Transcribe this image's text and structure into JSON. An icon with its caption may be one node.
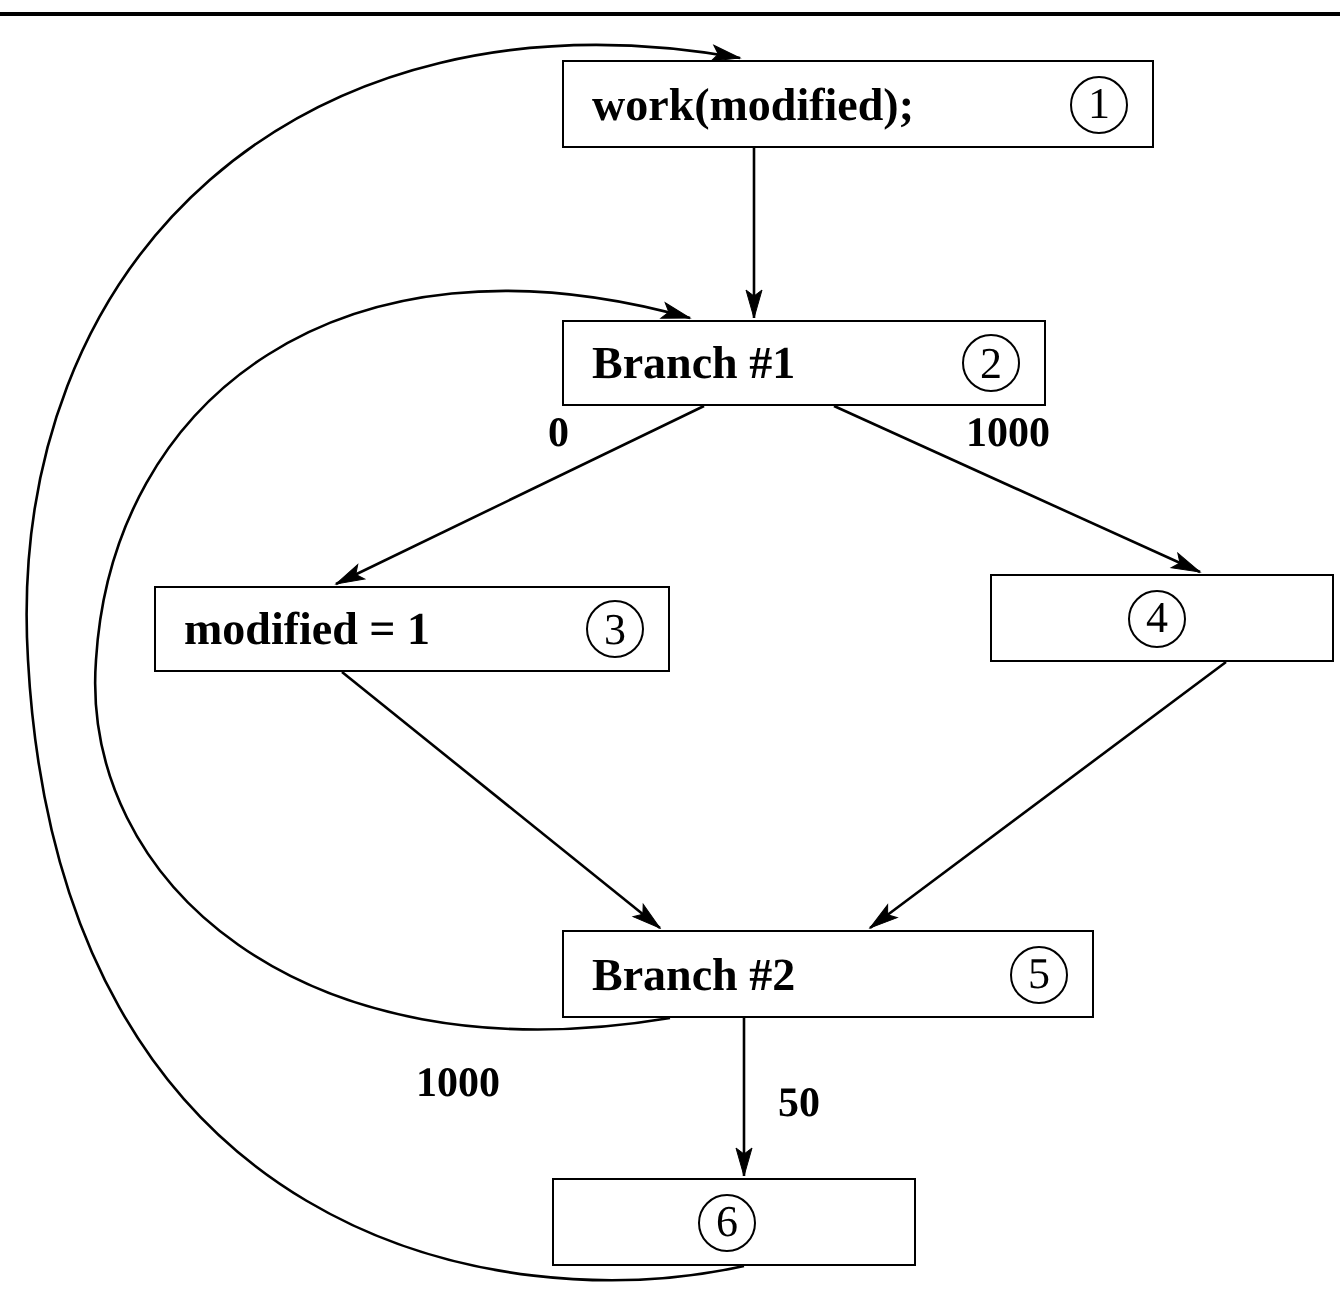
{
  "diagram": {
    "nodes": [
      {
        "text": [
          "work(modified);",
          "1"
        ]
      },
      {
        "text": [
          "Branch #1",
          "2"
        ]
      },
      {
        "text": [
          "modified = 1",
          "3"
        ]
      },
      {
        "text": [
          "4"
        ]
      },
      {
        "text": [
          "Branch #2",
          "5"
        ]
      },
      {
        "text": [
          "6"
        ]
      }
    ],
    "edges": [
      {
        "from": 0,
        "to": 1,
        "arrow": "to"
      },
      {
        "from": 1,
        "to": 2,
        "arrow": "to",
        "label": "0"
      },
      {
        "from": 1,
        "to": 3,
        "arrow": "to",
        "label": "1000"
      },
      {
        "from": 2,
        "to": 4,
        "arrow": "to"
      },
      {
        "from": 3,
        "to": 4,
        "arrow": "to"
      },
      {
        "from": 4,
        "to": 1,
        "arrow": "to",
        "label": "1000"
      },
      {
        "from": 4,
        "to": 5,
        "arrow": "to",
        "label": "50"
      },
      {
        "from": 5,
        "to": 0,
        "arrow": "to"
      }
    ]
  }
}
